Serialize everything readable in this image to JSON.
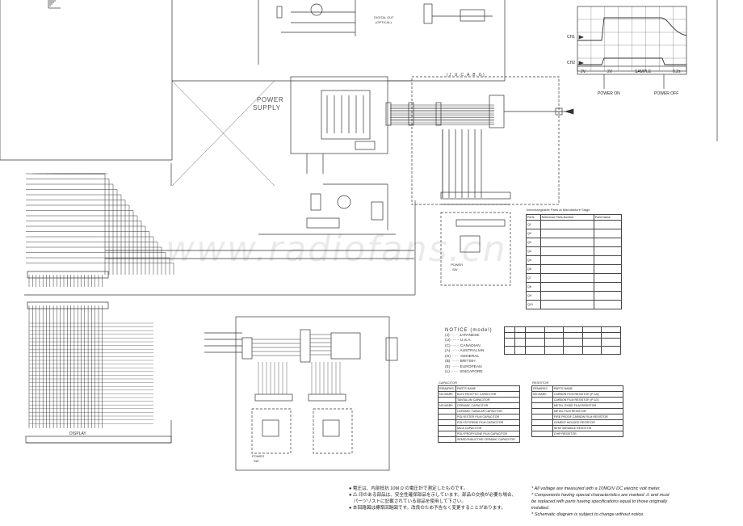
{
  "labels": {
    "power_supply": [
      "POWER",
      "SUPPLY"
    ],
    "digital_out": [
      "DIGITAL OUT",
      "(OPTICAL)"
    ],
    "region_code": "( J . U . C . A . B . G )",
    "display": "DISPLAY",
    "power_sw": [
      "POWER",
      "SW"
    ],
    "ch1": "CH1",
    "ch2": "CH2",
    "power_on": "POWER ON",
    "power_off": "POWER OFF",
    "scope_row": [
      "2V",
      "2V",
      "SAMPLE",
      "0.2s"
    ],
    "watermark": "www.radiofans.cn"
  },
  "notice": {
    "title": "NOTICE (model)",
    "lines": [
      "(J) ······ JAPANESE",
      "(U) ······ U.S.A.",
      "(C) ······ CANADIAN",
      "(A) ······ AUSTRALIAN",
      "(G) ······ GENERAL",
      "(B) ······ BRITISH",
      "(E) ······ EUROPEAN",
      "(L) ······ SINGAPORE"
    ]
  },
  "interchange_table": {
    "title": "Interchangeable Parts at Manufacture Stage",
    "header": [
      "Parts",
      "Reference Parts Number",
      "Parts Name"
    ],
    "rows": [
      [
        "Q1",
        "",
        ""
      ],
      [
        "Q2",
        "",
        ""
      ],
      [
        "Q3",
        "",
        ""
      ],
      [
        "Q4",
        "",
        ""
      ],
      [
        "Q5",
        "",
        ""
      ],
      [
        "Q6",
        "",
        ""
      ],
      [
        "Q7",
        "",
        ""
      ],
      [
        "Q8",
        "",
        ""
      ],
      [
        "Q9",
        "",
        ""
      ],
      [
        "Q10",
        "",
        ""
      ]
    ]
  },
  "capacitor_legend": {
    "title": "CAPACITOR",
    "header": [
      "REMARKS",
      "PARTS NAME"
    ],
    "rows": [
      [
        "NO MARK",
        "ELECTROLYTIC CAPACITOR"
      ],
      [
        "",
        "TANTALUM CAPACITOR"
      ],
      [
        "NO MARK",
        "CERAMIC CAPACITOR"
      ],
      [
        "",
        "CERAMIC TUBULAR CAPACITOR"
      ],
      [
        "",
        "POLYESTER FILM CAPACITOR"
      ],
      [
        "",
        "POLYSTYRENE FILM CAPACITOR"
      ],
      [
        "",
        "MICA CAPACITOR"
      ],
      [
        "",
        "POLYPROPYLENE FILM CAPACITOR"
      ],
      [
        "",
        "SEMICONDUCTIVE CERAMIC CAPACITOR"
      ]
    ]
  },
  "resistor_legend": {
    "title": "RESISTOR",
    "header": [
      "REMARKS",
      "PARTS NAME"
    ],
    "rows": [
      [
        "NO MARK",
        "CARBON FILM RESISTOR (P:1/6)"
      ],
      [
        "",
        "CARBON FILM RESISTOR (P:1/2)"
      ],
      [
        "",
        "METAL OXIDE FILM RESISTOR"
      ],
      [
        "",
        "METAL FILM RESISTOR"
      ],
      [
        "",
        "FIRE PROOF CARBON FILM RESISTOR"
      ],
      [
        "",
        "CEMENT MOLDED RESISTOR"
      ],
      [
        "",
        "SEMI VARIABLE RESISTOR"
      ],
      [
        "",
        "CHIP RESISTOR"
      ]
    ]
  },
  "notes_jp": [
    "● 電圧は、内部抵抗 10M Ω の電圧計で測定したものです。",
    "● ⚠ 印のある部品は、安全性確保部品を示しています。部品の交換が必要な場合、",
    "　パーツリストに記載されている部品を使用して下さい。",
    "● 本回路図は標準回路図です。改良のため予告なく変更することがあります。"
  ],
  "notes_en": [
    "* All voltage are measured with a 10MΩ/V DC electric volt meter.",
    "* Components having special characteristics are marked ⚠ and must",
    "  be replaced with parts having specifications equal to those originally",
    "  installed.",
    "* Schematic diagram is subject to change without notice."
  ],
  "colors": {
    "ink": "#222222",
    "paper": "#ffffff",
    "border": "#333333"
  }
}
